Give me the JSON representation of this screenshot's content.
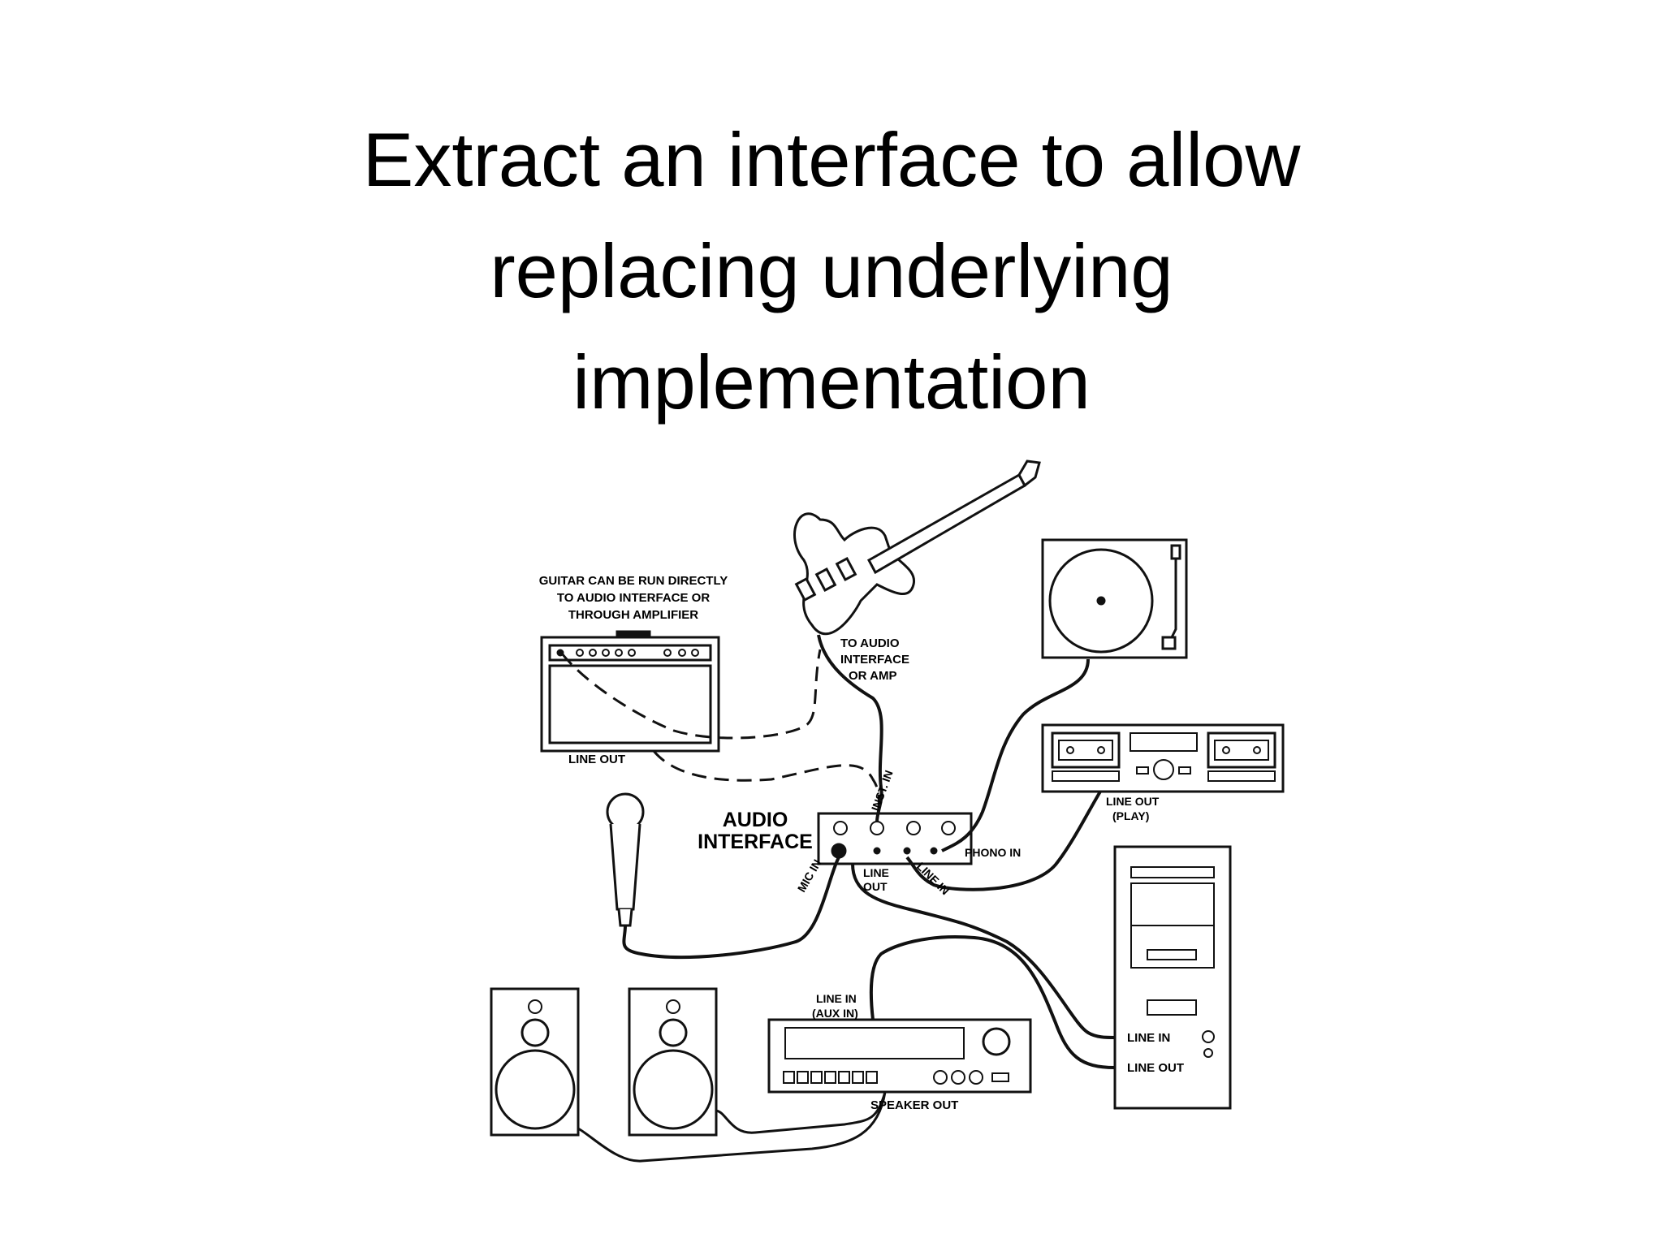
{
  "slide": {
    "title_lines": [
      "Extract an interface to allow",
      "replacing underlying",
      "implementation"
    ]
  },
  "diagram": {
    "labels": {
      "guitar_note_1": "GUITAR CAN BE RUN DIRECTLY",
      "guitar_note_2": "TO AUDIO INTERFACE OR",
      "guitar_note_3": "THROUGH AMPLIFIER",
      "to_audio_1": "TO AUDIO",
      "to_audio_2": "INTERFACE",
      "to_audio_3": "OR AMP",
      "amp_line_out": "LINE OUT",
      "audio_interface_1": "AUDIO",
      "audio_interface_2": "INTERFACE",
      "inst_in": "INST. IN",
      "mic_in": "MIC IN",
      "line_out_1": "LINE",
      "line_out_2": "OUT",
      "line_in": "LINE IN",
      "phono_in": "PHONO IN",
      "deck_line_out_1": "LINE OUT",
      "deck_line_out_2": "(PLAY)",
      "rcv_line_in_1": "LINE IN",
      "rcv_line_in_2": "(AUX IN)",
      "speaker_out": "SPEAKER OUT",
      "pc_line_in": "LINE IN",
      "pc_line_out": "LINE OUT"
    }
  }
}
